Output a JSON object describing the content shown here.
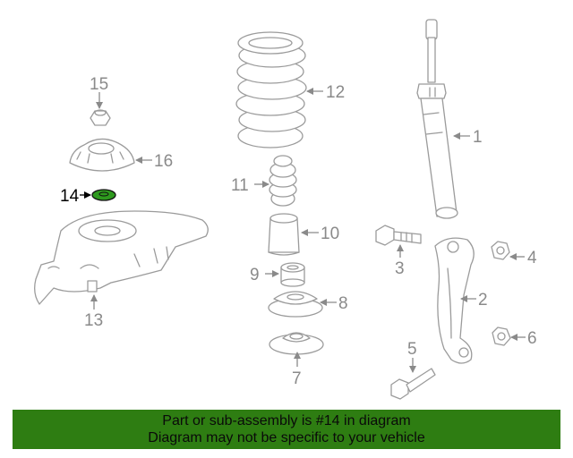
{
  "callouts": {
    "c1": "1",
    "c2": "2",
    "c3": "3",
    "c4": "4",
    "c5": "5",
    "c6": "6",
    "c7": "7",
    "c8": "8",
    "c9": "9",
    "c10": "10",
    "c11": "11",
    "c12": "12",
    "c13": "13",
    "c14": "14",
    "c15": "15",
    "c16": "16"
  },
  "highlighted_part": "14",
  "colors": {
    "banner_bg": "#2e7d12",
    "highlight_fill": "#2e9a1e",
    "line_art": "#9b9b9b"
  },
  "banner": {
    "line1": "Part or sub-assembly is #14 in diagram",
    "line2": "Diagram may not be specific to your vehicle"
  }
}
